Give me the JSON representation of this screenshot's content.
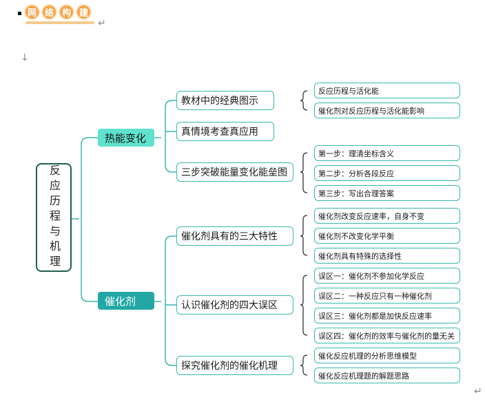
{
  "heading": {
    "chars": [
      "网",
      "络",
      "构",
      "建"
    ]
  },
  "marks": {
    "return": "↵",
    "down_arrow": "↓"
  },
  "root": {
    "label": "反应历程与机理"
  },
  "categories": [
    {
      "label": "热能变化"
    },
    {
      "label": "催化剂"
    }
  ],
  "topics": [
    {
      "label": "教材中的经典图示"
    },
    {
      "label": "真情境考查真应用"
    },
    {
      "label": "三步突破能量变化能垒图"
    },
    {
      "label": "催化剂具有的三大特性"
    },
    {
      "label": "认识催化剂的四大误区"
    },
    {
      "label": "探究催化剂的催化机理"
    }
  ],
  "details": {
    "classic_figures": [
      "反应历程与活化能",
      "催化剂对反应历程与活化能影响"
    ],
    "three_steps": [
      "第一步：理清坐标含义",
      "第二步：分析各段反应",
      "第三步：写出合理答案"
    ],
    "three_properties": [
      "催化剂改变反应速率，自身不变",
      "催化剂不改变化学平衡",
      "催化剂具有特殊的选择性"
    ],
    "four_misconceptions": [
      "误区一：催化剂不参加化学反应",
      "误区二：一种反应只有一种催化剂",
      "误区三：催化剂都是加快反应速率",
      "误区四：催化剂的效率与催化剂的量无关"
    ],
    "mechanism": [
      "催化反应机理的分析思维模型",
      "催化反应机理题的解题思路"
    ]
  }
}
